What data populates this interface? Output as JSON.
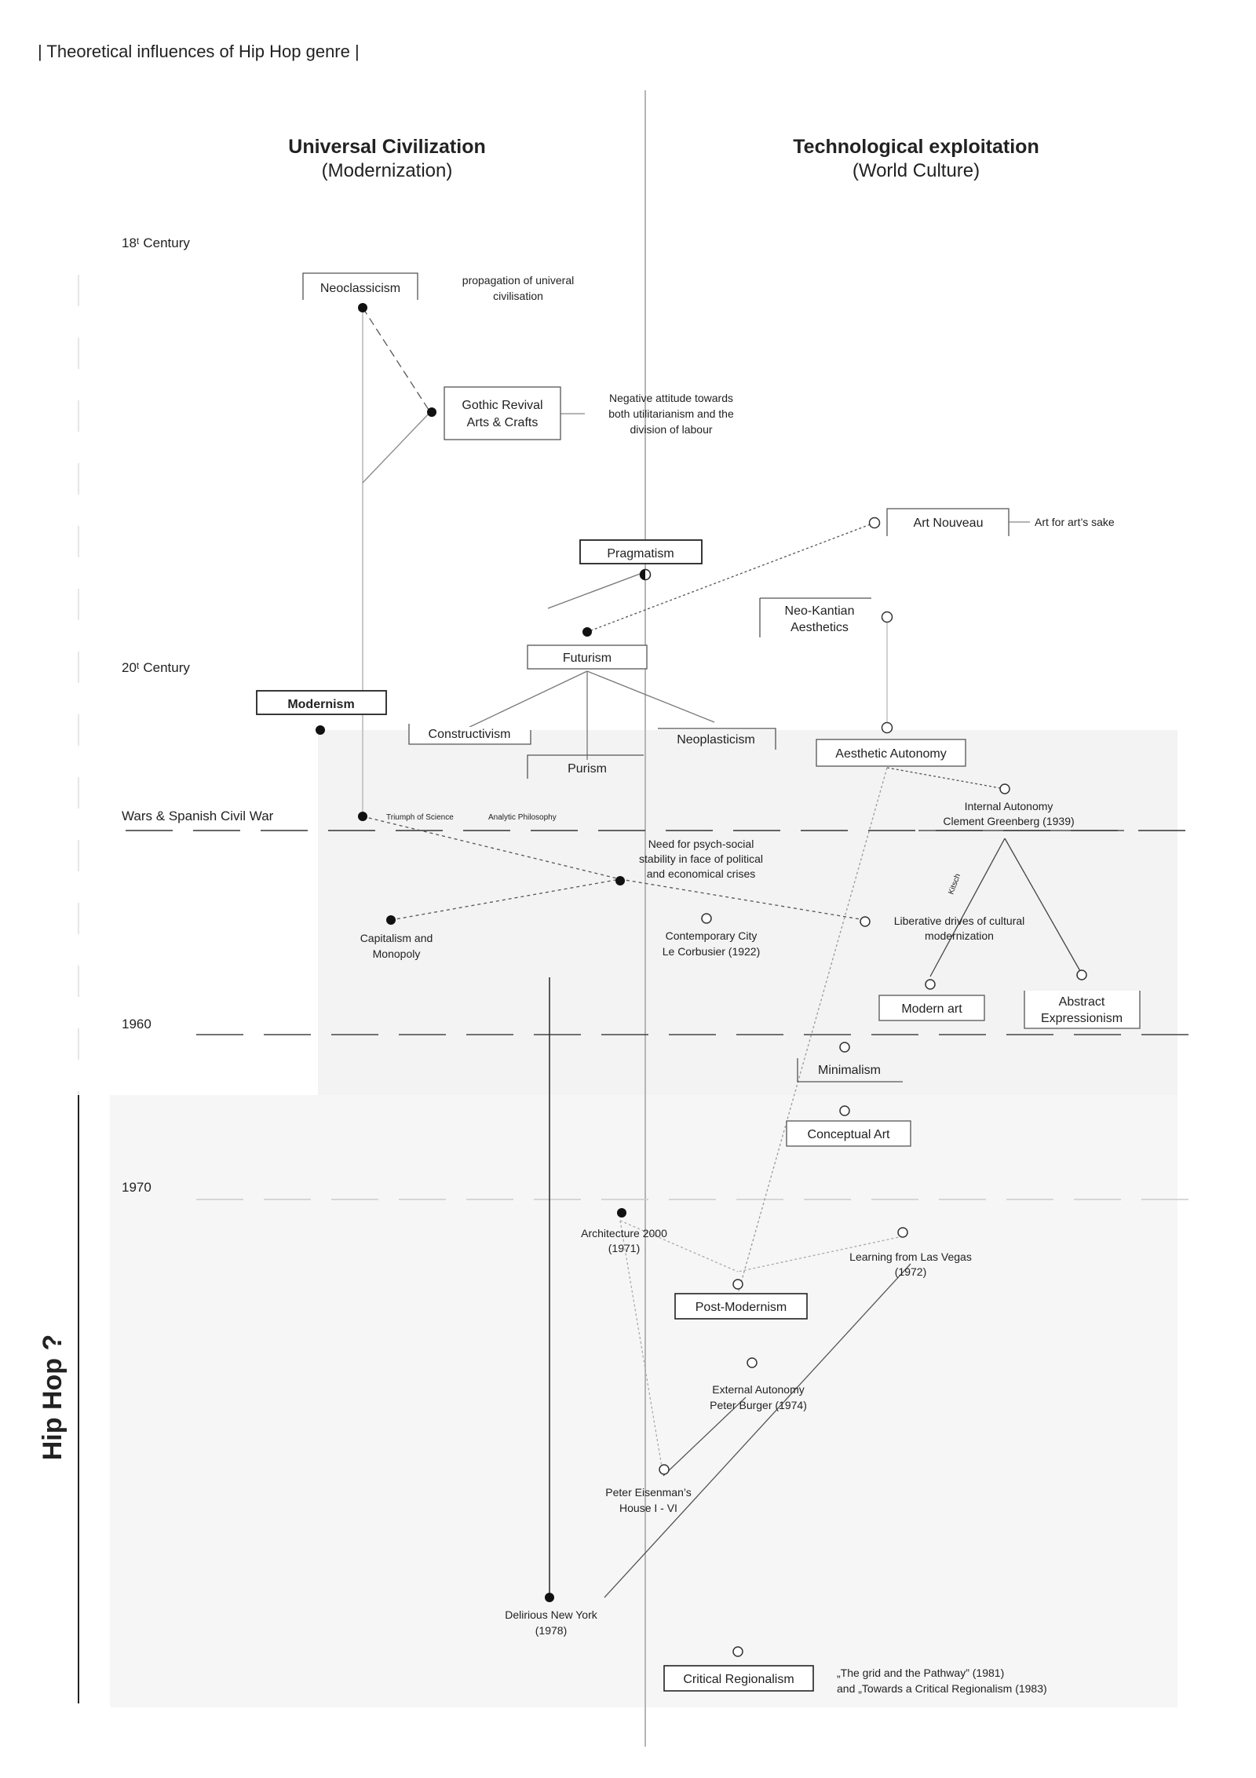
{
  "title": "| Theoretical influences of Hip Hop genre |",
  "columns": {
    "left_title": "Universal Civilization",
    "left_sub": "(Modernization)",
    "right_title": "Technological exploitation",
    "right_sub": "(World Culture)"
  },
  "timeline": {
    "c18": "18ᵗ Century",
    "c20": "20ᵗ Century",
    "wars": "Wars & Spanish Civil War",
    "y1960": "1960",
    "y1970": "1970"
  },
  "side_label": "Hip Hop ?",
  "boxes": {
    "neoclassicism": "Neoclassicism",
    "gothic_1": "Gothic Revival",
    "gothic_2": "Arts & Crafts",
    "art_nouveau": "Art Nouveau",
    "pragmatism": "Pragmatism",
    "neokantian_1": "Neo-Kantian",
    "neokantian_2": "Aesthetics",
    "futurism": "Futurism",
    "modernism": "Modernism",
    "constructivism": "Constructivism",
    "purism": "Purism",
    "neoplasticism": "Neoplasticism",
    "aesthetic_autonomy": "Aesthetic Autonomy",
    "modern_art": "Modern art",
    "abstract_1": "Abstract",
    "abstract_2": "Expressionism",
    "minimalism": "Minimalism",
    "conceptual_art": "Conceptual Art",
    "post_modernism": "Post-Modernism",
    "critical_regionalism": "Critical Regionalism"
  },
  "notes": {
    "propagation_1": "propagation of univeral",
    "propagation_2": "civilisation",
    "negative_1": "Negative attitude towards",
    "negative_2": "both utilitarianism and the",
    "negative_3": "division of labour",
    "art_sake": "Art for art’s sake",
    "triumph": "Triumph of Science",
    "analytic": "Analytic Philosophy",
    "need_1": "Need for psych-social",
    "need_2": "stability in face of political",
    "need_3": "and economical crises",
    "internal_1": "Internal Autonomy",
    "internal_2": "Clement Greenberg (1939)",
    "liberative_1": "Liberative drives of cultural",
    "liberative_2": "modernization",
    "capitalism_1": "Capitalism and",
    "capitalism_2": "Monopoly",
    "contemporary_1": "Contemporary City",
    "contemporary_2": "Le Corbusier (1922)",
    "architecture_1": "Architecture 2000",
    "architecture_2": "(1971)",
    "learning_1": "Learning from Las Vegas",
    "learning_2": "(1972)",
    "external_1": "External Autonomy",
    "external_2": "Peter Burger (1974)",
    "eisenman_1": "Peter Eisenman’s",
    "eisenman_2": "House I - VI",
    "delirious_1": "Delirious New York",
    "delirious_2": "(1978)",
    "grid_1": "„The grid and the Pathway” (1981)",
    "grid_2": "and „Towards a Critical Regionalism (1983)",
    "kitsch": "Kitsch"
  }
}
